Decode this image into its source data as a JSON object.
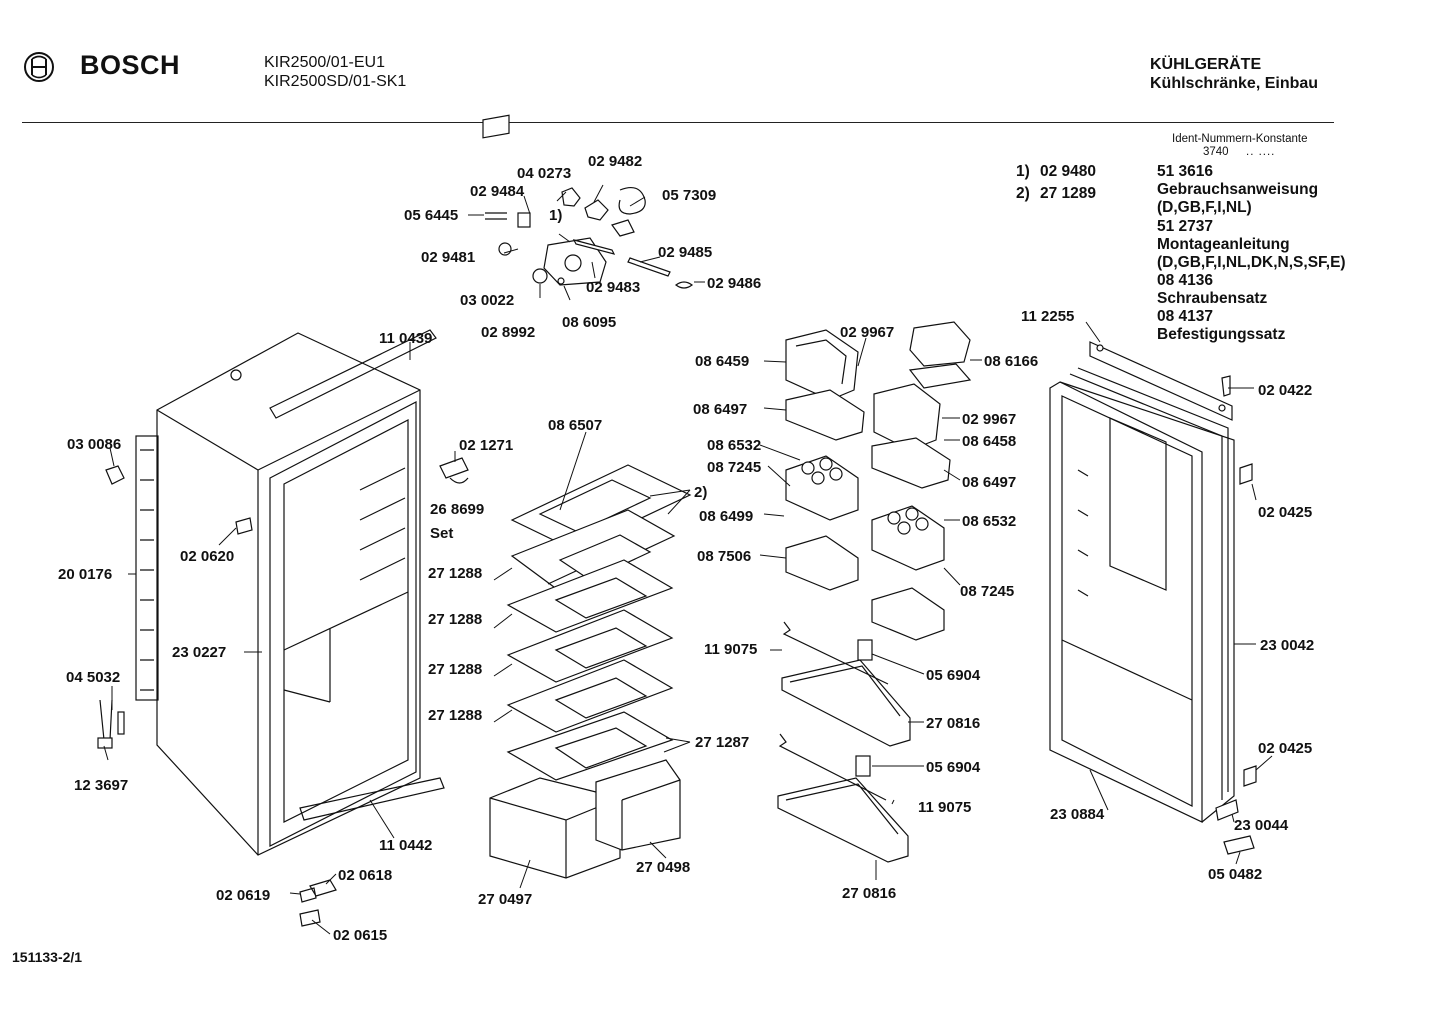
{
  "header": {
    "brand": "BOSCH",
    "models": [
      "KIR2500/01-EU1",
      "KIR2500SD/01-SK1"
    ],
    "category": "KÜHLGERÄTE",
    "subcategory": "Kühlschränke, Einbau",
    "ident_heading": "Ident-Nummern-Konstante",
    "ident_const": "3740",
    "ident_dots": ".. ...."
  },
  "notes": [
    {
      "marker": "1)",
      "part": "02 9480"
    },
    {
      "marker": "2)",
      "part": "27 1289"
    }
  ],
  "documents": [
    "51 3616",
    "Gebrauchsanweisung",
    "(D,GB,F,I,NL)",
    "51 2737",
    "Montageanleitung",
    "(D,GB,F,I,NL,DK,N,S,SF,E)",
    "08 4136",
    "Schraubensatz",
    "08 4137",
    "Befestigungssatz"
  ],
  "part_labels": [
    "04 0273",
    "02 9482",
    "02 9484",
    "05 7309",
    "05 6445",
    "1)",
    "02 9485",
    "02 9481",
    "02 9483",
    "02 9486",
    "03 0022",
    "02 8992",
    "08 6095",
    "11 0439",
    "03 0086",
    "02 1271",
    "26 8699",
    "Set",
    "02 0620",
    "20 0176",
    "23 0227",
    "04 5032",
    "12 3697",
    "11 0442",
    "02 0618",
    "02 0619",
    "02 0615",
    "08 6507",
    "2)",
    "27 1288",
    "27 1288",
    "27 1288",
    "27 1288",
    "27 1287",
    "27 0497",
    "27 0498",
    "02 9967",
    "08 6459",
    "08 6166",
    "08 6497",
    "02 9967",
    "08 6458",
    "08 6532",
    "08 7245",
    "08 6497",
    "08 6499",
    "08 6532",
    "08 7506",
    "08 7245",
    "11 9075",
    "05 6904",
    "27 0816",
    "05 6904",
    "11 9075",
    "27 0816",
    "11 2255",
    "02 0422",
    "02 0425",
    "23 0042",
    "02 0425",
    "23 0884",
    "23 0044",
    "05 0482"
  ],
  "footer": "151133-2/1"
}
